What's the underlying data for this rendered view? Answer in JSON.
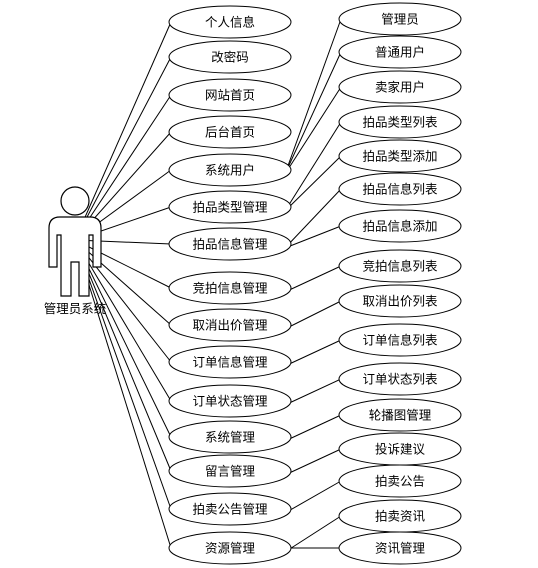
{
  "actor": {
    "label": "管理员系统",
    "icon": "actor-icon"
  },
  "use_cases_left": [
    "个人信息",
    "改密码",
    "网站首页",
    "后台首页",
    "系统用户",
    "拍品类型管理",
    "拍品信息管理",
    "竞拍信息管理",
    "取消出价管理",
    "订单信息管理",
    "订单状态管理",
    "系统管理",
    "留言管理",
    "拍卖公告管理",
    "资源管理"
  ],
  "use_cases_right": [
    "管理员",
    "普通用户",
    "卖家用户",
    "拍品类型列表",
    "拍品类型添加",
    "拍品信息列表",
    "拍品信息添加",
    "竞拍信息列表",
    "取消出价列表",
    "订单信息列表",
    "订单状态列表",
    "轮播图管理",
    "投诉建议",
    "拍卖公告",
    "拍卖资讯",
    "资讯管理"
  ]
}
